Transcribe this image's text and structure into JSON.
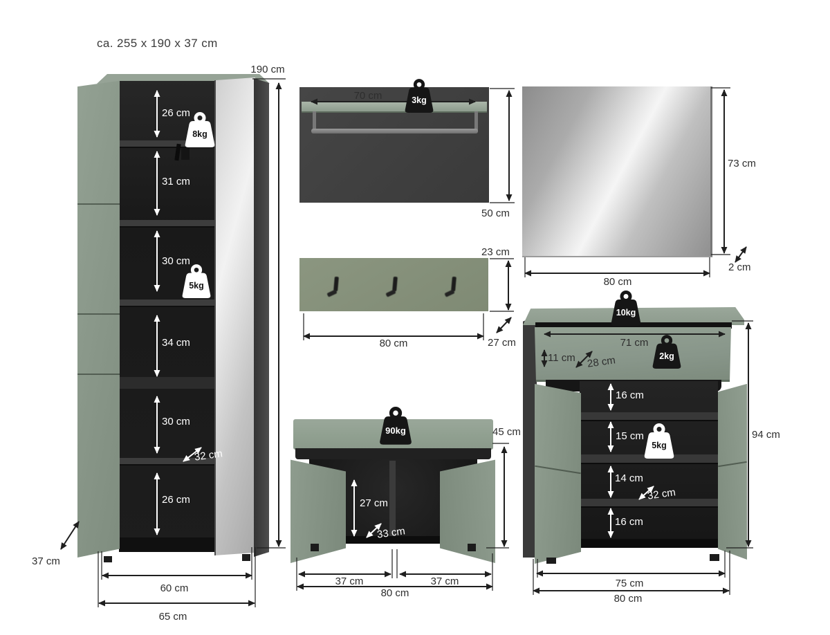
{
  "title": "ca. 255 x 190 x 37 cm",
  "wardrobe": {
    "height": "190 cm",
    "compartments": [
      "26 cm",
      "31 cm",
      "30 cm",
      "34 cm",
      "30 cm",
      "26 cm"
    ],
    "inner_depth": "32 cm",
    "depth": "37 cm",
    "inner_width": "60 cm",
    "width": "65 cm",
    "top_shelf_load": "8kg",
    "mid_shelf_load": "5kg"
  },
  "wall_shelf": {
    "width": "70 cm",
    "load": "3kg",
    "height": "50 cm"
  },
  "coat_rack": {
    "height": "23 cm",
    "width": "80 cm",
    "depth": "27 cm"
  },
  "mirror": {
    "height": "73 cm",
    "width": "80 cm",
    "depth": "2 cm"
  },
  "bench": {
    "load": "90kg",
    "height": "45 cm",
    "inner_height": "27 cm",
    "inner_depth": "33 cm",
    "left_compartment": "37 cm",
    "right_compartment": "37 cm",
    "width": "80 cm"
  },
  "shoe_cabinet": {
    "load": "10kg",
    "drawer_width": "71 cm",
    "drawer_height": "11 cm",
    "drawer_depth": "28 cm",
    "drawer_load": "2kg",
    "shelf_heights": [
      "16 cm",
      "15 cm",
      "14 cm",
      "16 cm"
    ],
    "shelf_load": "5kg",
    "inner_depth": "32 cm",
    "height": "94 cm",
    "inner_width": "75 cm",
    "width": "80 cm"
  },
  "colors": {
    "green": "#8D9B8D",
    "green_light": "#9AA79A",
    "green_dark": "#7B897B",
    "panel_dark": "#3E3E3E",
    "interior": "#1D1D1D",
    "arrow": "#1F1F1F",
    "text": "#2E2E2E"
  }
}
